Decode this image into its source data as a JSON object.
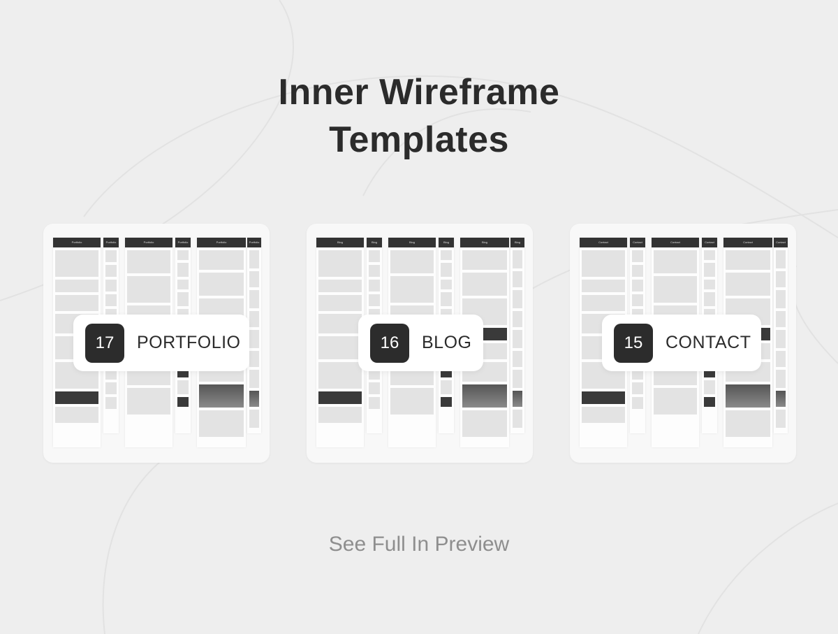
{
  "title_line1": "Inner Wireframe",
  "title_line2": "Templates",
  "cards": [
    {
      "count": "17",
      "label": "PORTFOLIO",
      "thumb_label": "Portfolio"
    },
    {
      "count": "16",
      "label": "BLOG",
      "thumb_label": "Blog"
    },
    {
      "count": "15",
      "label": "CONTACT",
      "thumb_label": "Contact"
    }
  ],
  "cta": "See Full In Preview"
}
